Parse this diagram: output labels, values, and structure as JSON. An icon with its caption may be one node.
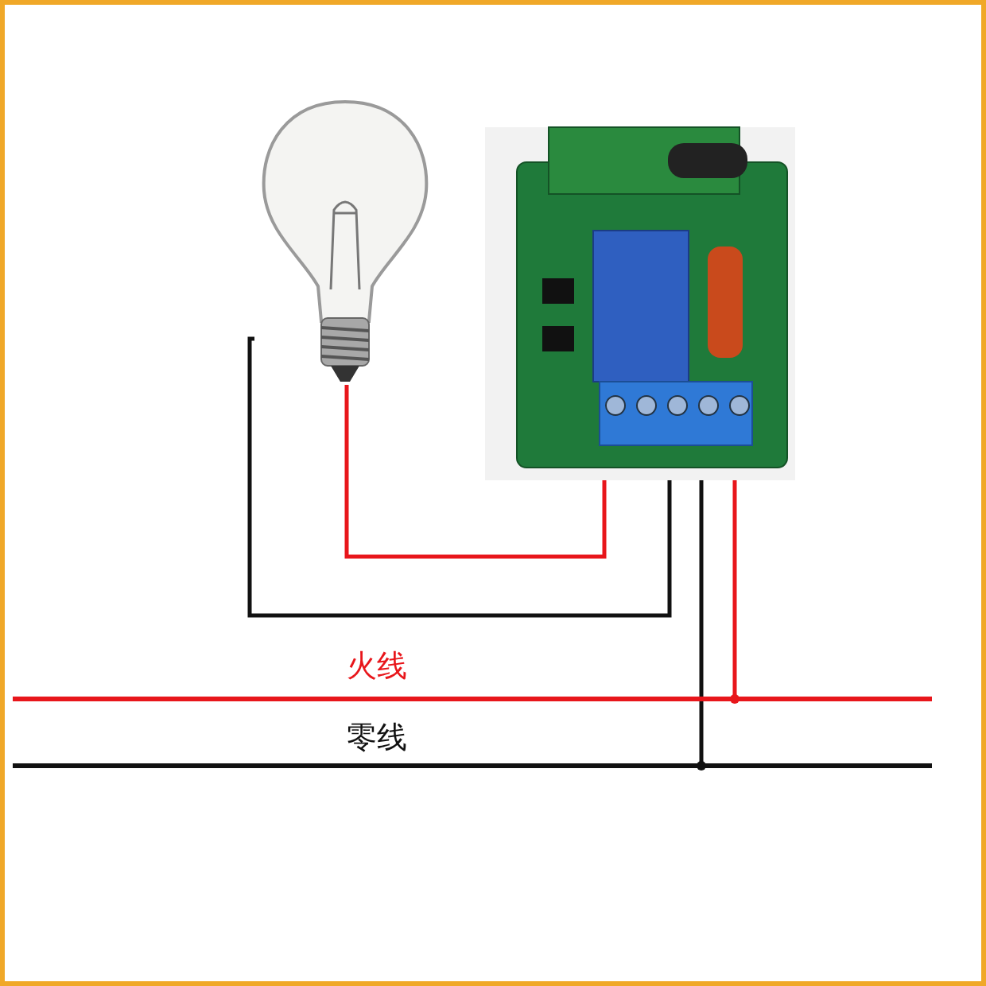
{
  "diagram": {
    "nodes": [
      {
        "text": [],
        "shape": "picture"
      },
      {
        "text": [],
        "shape": "picture"
      },
      {
        "text": [
          "火线"
        ]
      },
      {
        "text": [
          "零线"
        ]
      }
    ],
    "edges": [
      {
        "from": 0,
        "to": 1,
        "arrow": "none",
        "color": "#e8161b"
      },
      {
        "from": 0,
        "to": 1,
        "arrow": "none",
        "color": "#111111"
      },
      {
        "from": 1,
        "to": 3,
        "arrow": "other",
        "color": "#111111"
      },
      {
        "from": 1,
        "to": 2,
        "arrow": "other",
        "color": "#e8161b"
      }
    ]
  }
}
